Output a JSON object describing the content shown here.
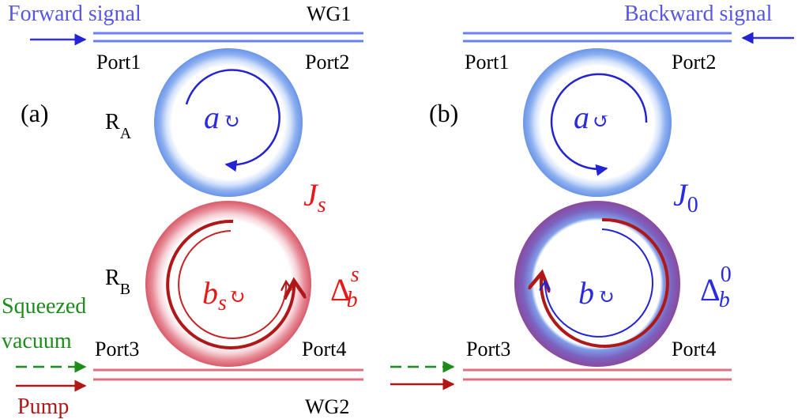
{
  "colors": {
    "blue": "#3a3ad8",
    "blue_light": "#5a6ae8",
    "ring_blue": "#7fa6ee",
    "red": "#e81818",
    "dark_red": "#b01818",
    "ring_red": "#e07080",
    "green": "#1c8c1c",
    "purple": "#8050b0"
  },
  "panel_a": {
    "label": "(a)",
    "forward_signal": "Forward signal",
    "wg1": "WG1",
    "port1": "Port1",
    "port2": "Port2",
    "ring_a": {
      "label": "R",
      "sub": "A"
    },
    "ring_b": {
      "label": "R",
      "sub": "B"
    },
    "mode_a": {
      "sym": "a",
      "arrow": "↻"
    },
    "coupling": {
      "sym": "J",
      "sub": "s"
    },
    "mode_b": {
      "sym": "b",
      "sub": "s",
      "arrow": "↻"
    },
    "detuning": {
      "sym": "Δ",
      "sup": "s",
      "sub": "b"
    },
    "squeezed_vacuum_line1": "Squeezed",
    "squeezed_vacuum_line2": "vacuum",
    "pump": "Pump",
    "port3": "Port3",
    "port4": "Port4",
    "wg2": "WG2"
  },
  "panel_b": {
    "label": "(b)",
    "backward_signal": "Backward signal",
    "port1": "Port1",
    "port2": "Port2",
    "mode_a": {
      "sym": "a",
      "arrow": "↺"
    },
    "coupling": {
      "sym": "J",
      "sub": "0"
    },
    "mode_b": {
      "sym": "b",
      "arrow": "↻"
    },
    "detuning": {
      "sym": "Δ",
      "sup": "0",
      "sub": "b"
    },
    "port3": "Port3",
    "port4": "Port4"
  }
}
